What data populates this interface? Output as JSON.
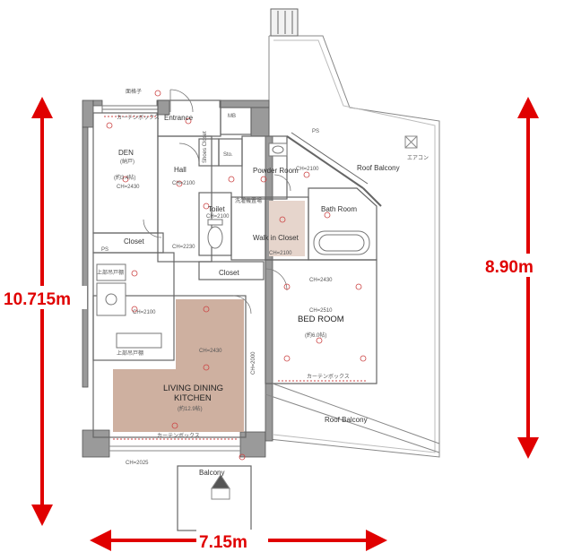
{
  "dimensions": {
    "height_left": "10.715m",
    "height_right": "8.90m",
    "width_bottom": "7.15m"
  },
  "rooms": {
    "den": "DEN",
    "den_sub": "(納戸)",
    "den_size": "(約3.4帖)",
    "den_ch": "CH=2430",
    "entrance": "Entrance",
    "mb": "MB",
    "hall": "Hall",
    "hall_ch": "CH=2100",
    "shoes_closet": "Shoes Closet",
    "storage": "Sto.",
    "powder_room": "Powder Room",
    "powder_ch": "CH=2100",
    "ps": "PS",
    "roof_balcony_top": "Roof Balcony",
    "toilet": "Toilet",
    "toilet_ch": "CH=2100",
    "bath_room": "Bath Room",
    "walk_in_closet": "Walk in Closet",
    "wic_ch": "CH=2100",
    "closet_left": "Closet",
    "ps_left": "PS",
    "ch_2230": "CH=2230",
    "closet_mid": "Closet",
    "kitchen_ch": "CH=2100",
    "bedroom": "BED ROOM",
    "bedroom_ch_top": "CH=2430",
    "bedroom_ch": "CH=2510",
    "bedroom_size": "(約6.0帖)",
    "ldk_line1": "LIVING DINING",
    "ldk_line2": "KITCHEN",
    "ldk_size": "(約12.9帖)",
    "ldk_ch": "CH=2430",
    "ldk_ch_side": "CH=2000",
    "roof_balcony_bottom": "Roof Balcony",
    "balcony": "Balcony",
    "ch_bottom": "CH=2025",
    "curtain_box_top": "カーテンボックス",
    "curtain_box_bed": "カーテンボックス",
    "curtain_box_ldk": "カーテンボックス",
    "window_label": "面格子",
    "washer_label": "洗濯機置場",
    "shelf_label": "上部吊戸棚",
    "aircon_label": "エアコン"
  },
  "colors": {
    "dimension_red": "#e00000",
    "wall": "#6b6b6b",
    "wall_fill": "#9a9a9a",
    "floor_wood": "#c9a796",
    "floor_light": "#e6d5cc",
    "line": "#555555"
  }
}
